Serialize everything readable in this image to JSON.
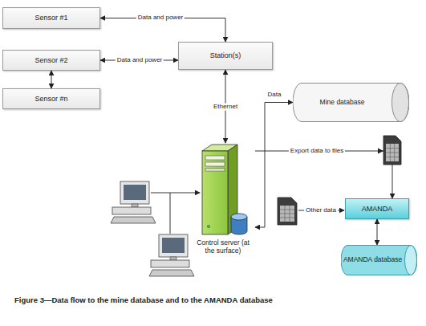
{
  "diagram": {
    "caption": "Figure 3—Data flow to the mine database and to the AMANDA database",
    "nodes": [
      {
        "text": [
          "Sensor #1"
        ]
      },
      {
        "text": [
          "Sensor #2"
        ]
      },
      {
        "text": [
          "Station(s)"
        ]
      },
      {
        "text": [
          "Sensor #n"
        ]
      },
      {
        "text": [
          "Mine database"
        ]
      },
      {
        "text": [
          "Control server (at the surface)"
        ]
      },
      {
        "text": [
          "AMANDA"
        ]
      },
      {
        "text": [
          "AMANDA database"
        ]
      }
    ],
    "edges": [
      {
        "from": 0,
        "to": 2,
        "label": "Data and power",
        "arrow": "both"
      },
      {
        "from": 1,
        "to": 2,
        "label": "Data and power",
        "arrow": "both"
      },
      {
        "from": 1,
        "to": 3,
        "arrow": "both"
      },
      {
        "from": 2,
        "to": 5,
        "label": "Ethernet",
        "arrow": "both"
      },
      {
        "from": 5,
        "to": 4,
        "label": "Data",
        "arrow": "both"
      },
      {
        "from": 5,
        "to": 6,
        "label": "Export data to files",
        "arrow": "to"
      },
      {
        "from": 6,
        "to": 7,
        "arrow": "both"
      }
    ],
    "labels": [
      "Other data"
    ]
  }
}
